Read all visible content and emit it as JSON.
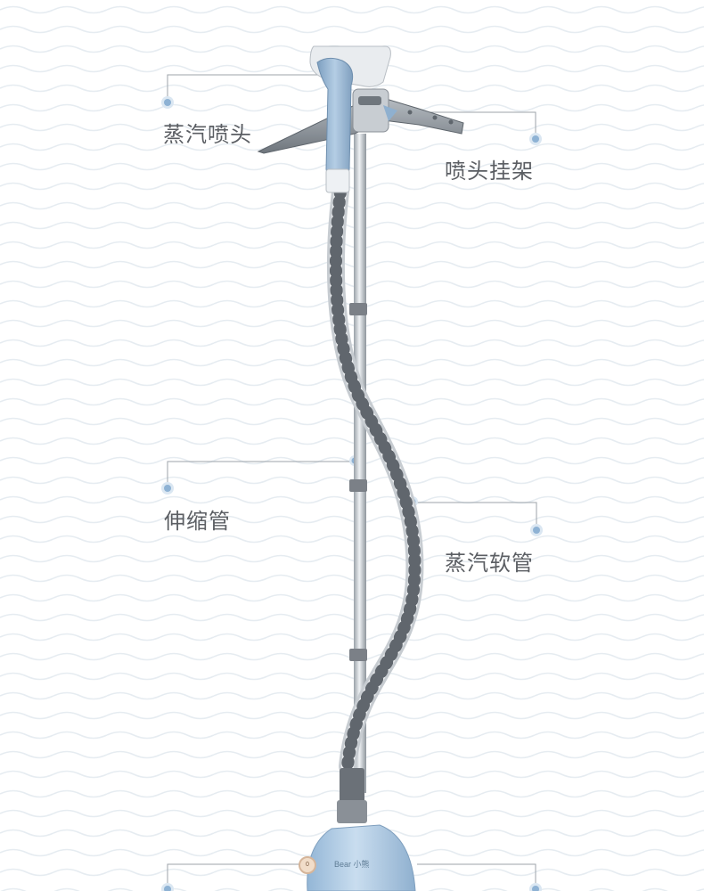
{
  "labels": {
    "steam_head": "蒸汽喷头",
    "head_holder": "喷头挂架",
    "telescopic_pole": "伸缩管",
    "steam_hose": "蒸汽软管"
  },
  "brand_mark": "Bear 小熊",
  "knob_text": "0",
  "colors": {
    "accent_blue": "#8fb0cf",
    "label_gray": "#5b5e63",
    "leader_line": "#9ca3aa",
    "dot_blue": "#8eb2d4"
  }
}
